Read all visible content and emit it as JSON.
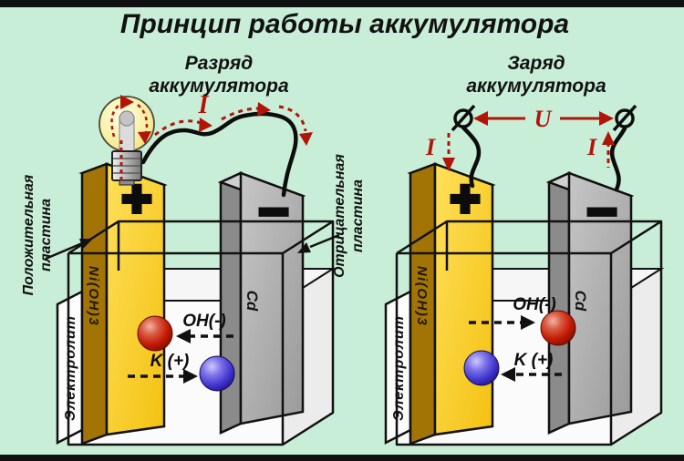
{
  "title": "Принцип работы аккумулятора",
  "colors": {
    "background": "#c9eed7",
    "frame_bar": "#101010",
    "accent_red": "#b01508",
    "plate_positive_front": "#ffd22e",
    "plate_positive_side": "#a27406",
    "plate_negative_front": "#adadad",
    "plate_negative_side": "#8b8b8b",
    "ion_oh": "#c41a05",
    "ion_k": "#3e33cc",
    "electrolyte_fill": "#fbfbfb"
  },
  "side_labels": {
    "positive_plate_line1": "Положительная",
    "positive_plate_line2": "пластина",
    "negative_plate_line1": "Отрицательная",
    "negative_plate_line2": "пластина"
  },
  "icons": {
    "bulb": "light-bulb-icon",
    "terminal": "terminal-circle-icon"
  },
  "diagram_discharge": {
    "subtitle_line1": "Разряд",
    "subtitle_line2": "аккумулятора",
    "current_label": "I",
    "plate_positive_sign": "+",
    "plate_negative_sign": "−",
    "plate_positive_material": "Ni(OH)3",
    "plate_negative_material": "Cd",
    "electrolyte_label": "Электролит",
    "ion_negative_label": "OH(-)",
    "ion_positive_label": "K (+)"
  },
  "diagram_charge": {
    "subtitle_line1": "Заряд",
    "subtitle_line2": "аккумулятора",
    "voltage_label": "U",
    "current_label_left": "I",
    "current_label_right": "I",
    "plate_positive_sign": "+",
    "plate_negative_sign": "−",
    "plate_positive_material": "Ni(OH)3",
    "plate_negative_material": "Cd",
    "electrolyte_label": "Электролит",
    "ion_negative_label": "OH(-)",
    "ion_positive_label": "K (+)"
  }
}
